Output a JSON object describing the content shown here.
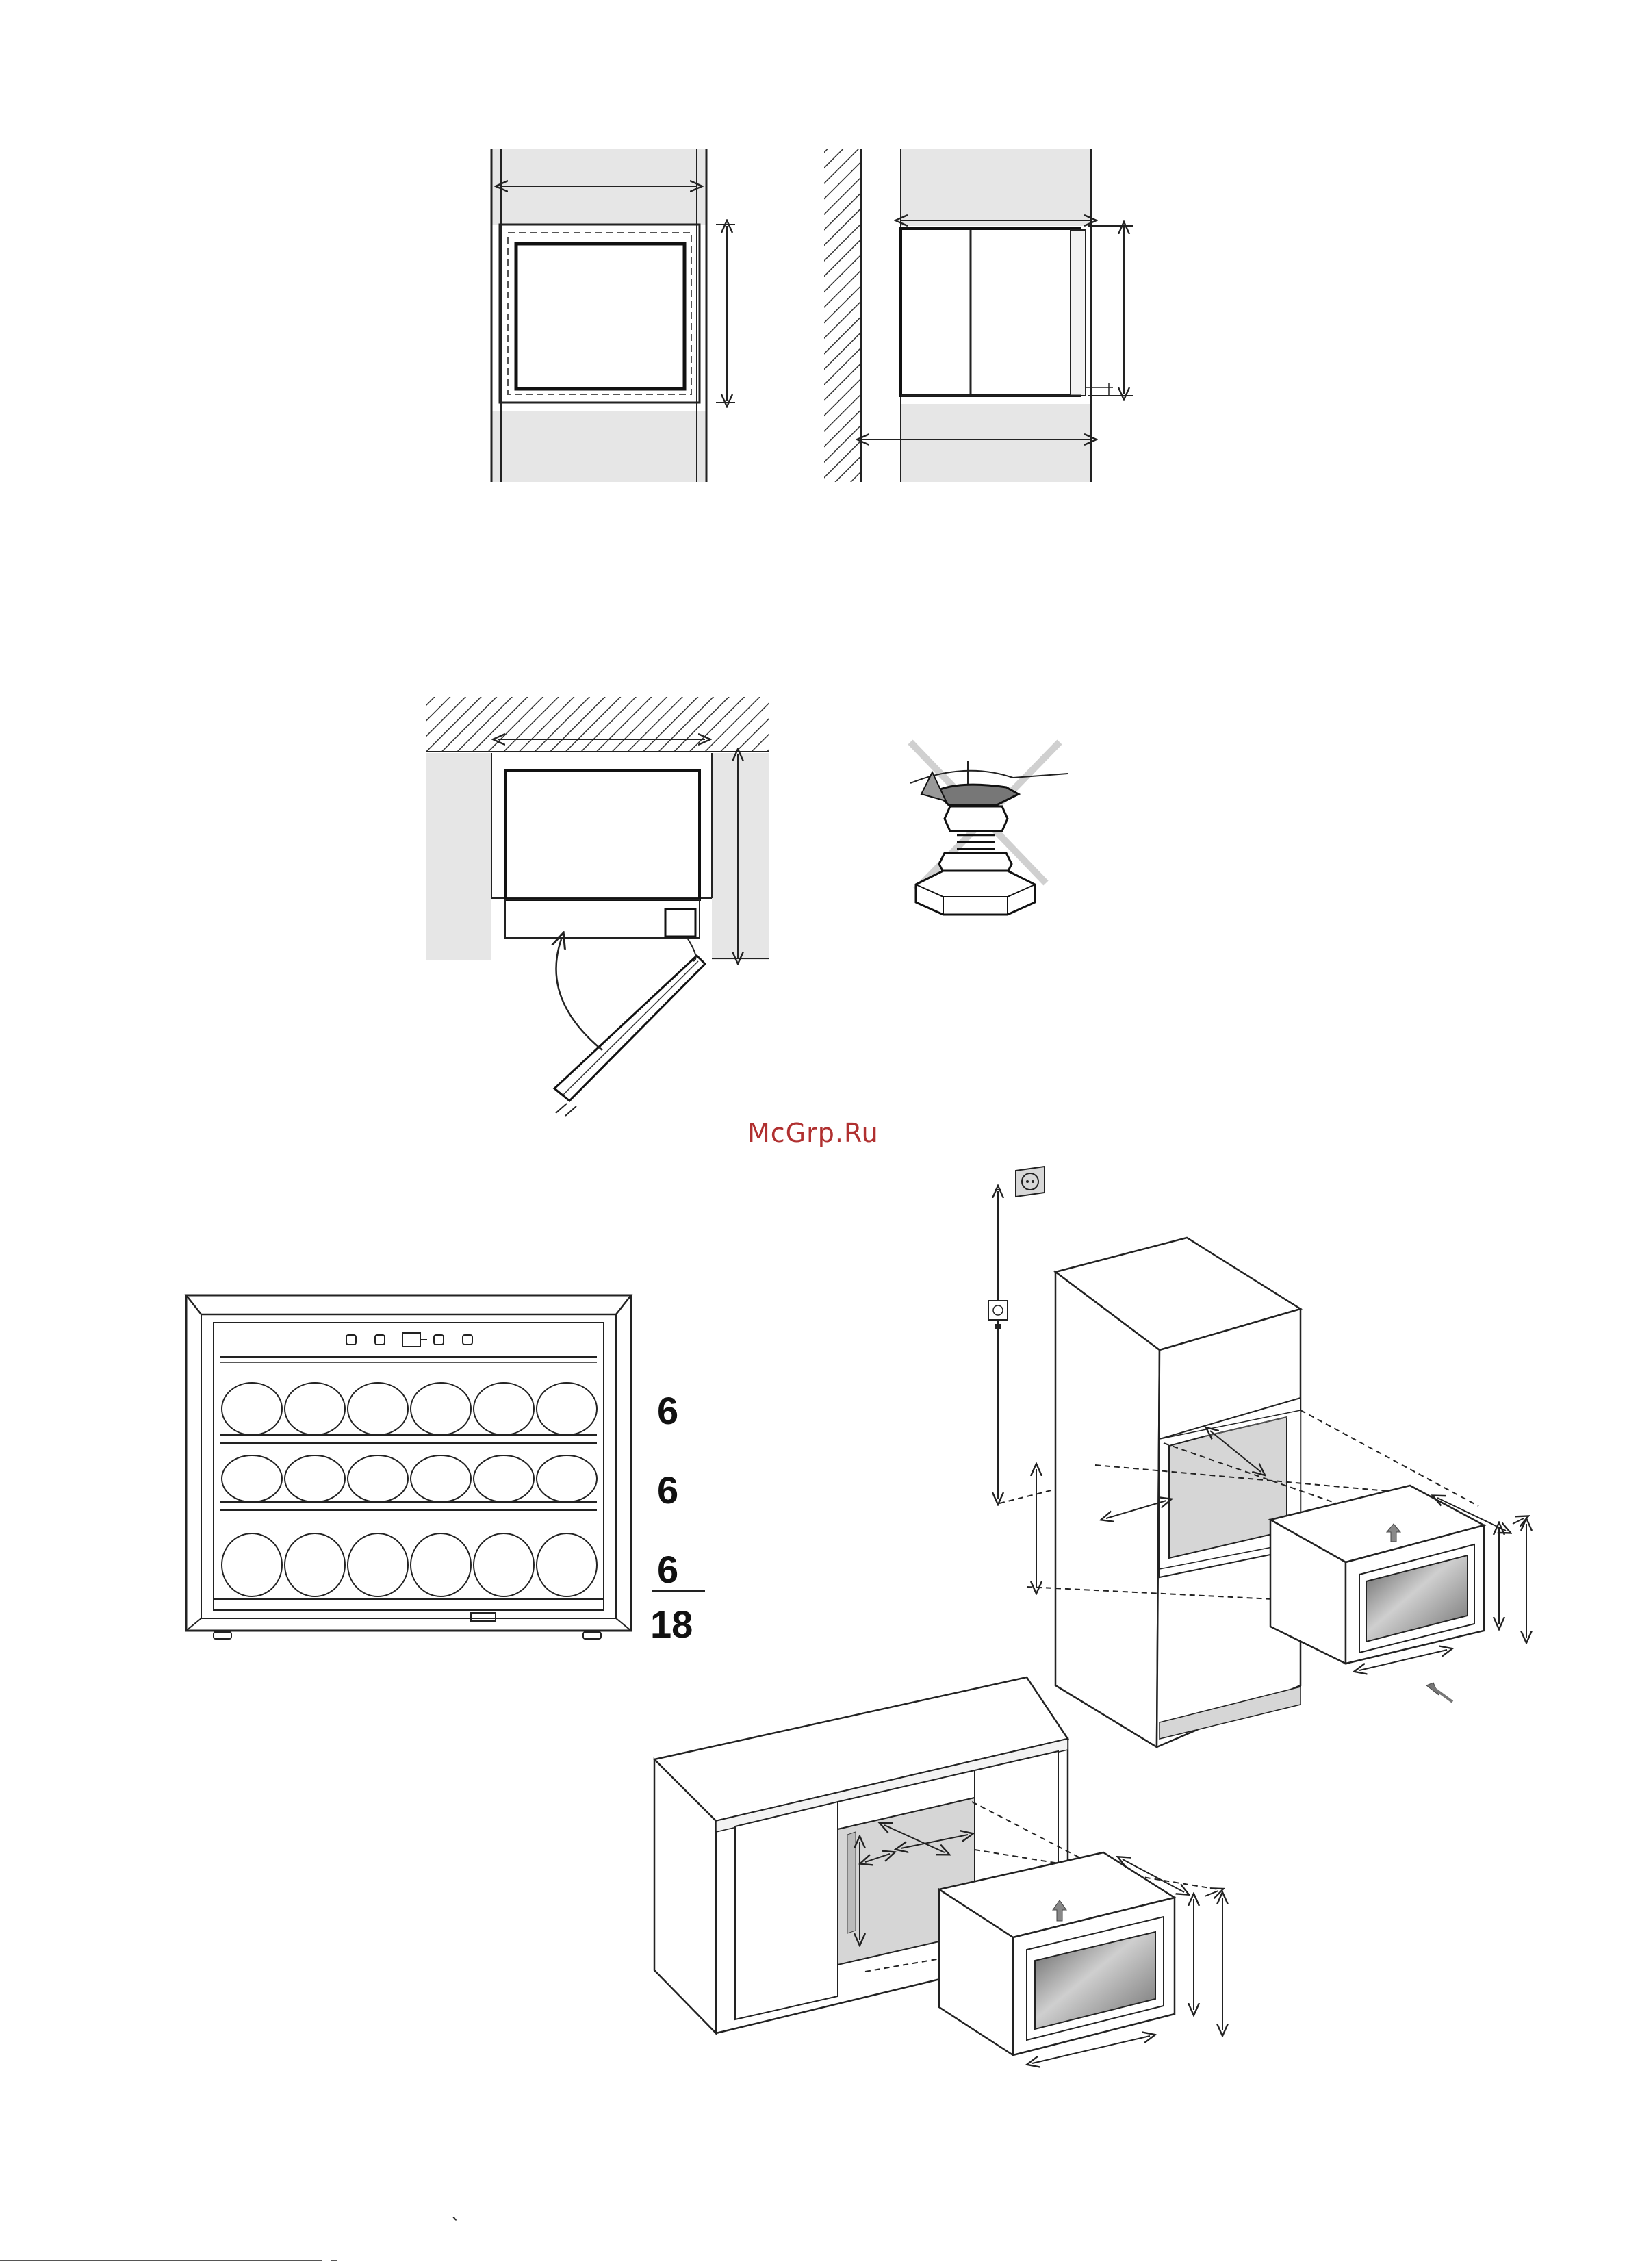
{
  "watermark": "McGrp.Ru",
  "bottle_counts": {
    "top": "6",
    "middle": "6",
    "bottom": "6",
    "total": "18"
  },
  "stray_mark": "`",
  "colors": {
    "watermark": "#b03030",
    "line": "#222222",
    "fill_grey": "#e6e6e6",
    "glass": "#9a9a9a"
  },
  "figures": [
    "front-niche-view",
    "side-niche-view",
    "top-door-swing-view",
    "leveling-foot-warning",
    "bottle-capacity-front",
    "tall-cabinet-installation",
    "base-cabinet-installation"
  ]
}
